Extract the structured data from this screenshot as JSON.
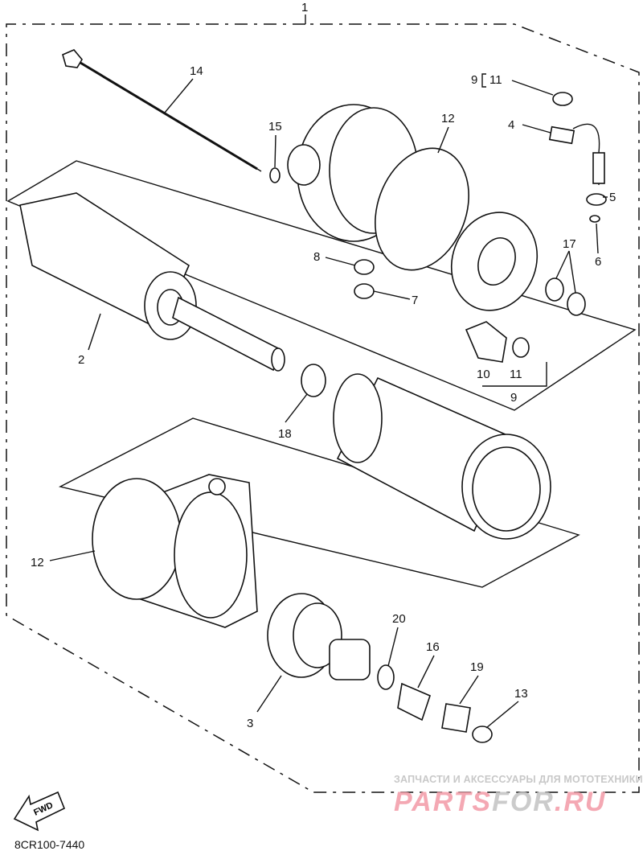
{
  "diagram": {
    "title": "Starting motor exploded view",
    "callouts": [
      "1",
      "14",
      "15",
      "12",
      "9",
      "11",
      "4",
      "5",
      "6",
      "17",
      "8",
      "7",
      "10",
      "11",
      "9",
      "2",
      "18",
      "12",
      "20",
      "16",
      "19",
      "13",
      "3"
    ],
    "fwd_label": "FWD",
    "part_code": "8CR100-7440"
  },
  "watermark": {
    "tagline": "ЗАПЧАСТИ И АКСЕССУАРЫ ДЛЯ МОТОТЕХНИКИ",
    "brand_a": "PARTS",
    "brand_b": "FOR",
    "brand_c": ".RU"
  }
}
